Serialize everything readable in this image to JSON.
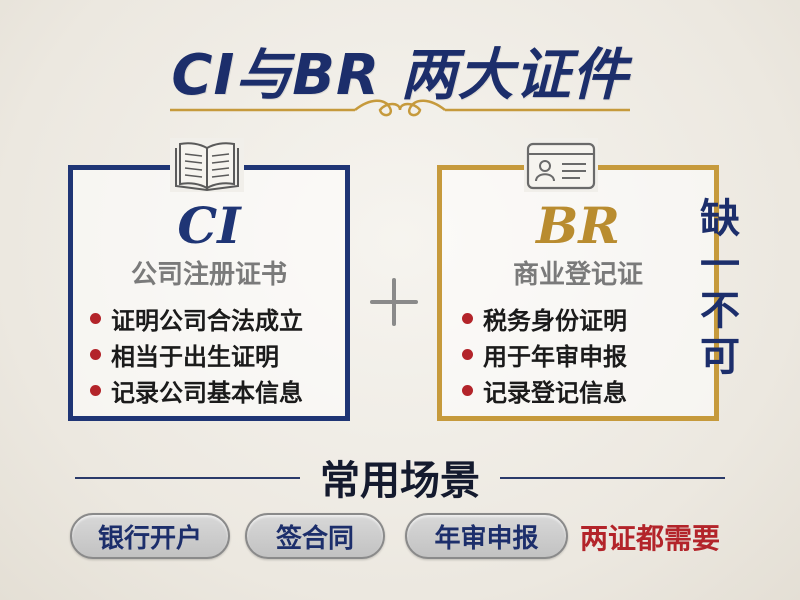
{
  "title": "CI与BR 两大证件",
  "ci": {
    "abbr": "CI",
    "name": "公司注册证书",
    "points": [
      "证明公司合法成立",
      "相当于出生证明",
      "记录公司基本信息"
    ]
  },
  "br": {
    "abbr": "BR",
    "name": "商业登记证",
    "points": [
      "税务身份证明",
      "用于年审申报",
      "记录登记信息"
    ]
  },
  "side_note": [
    "缺",
    "一",
    "不",
    "可"
  ],
  "scenes": {
    "title": "常用场景",
    "items": [
      "银行开户",
      "签合同",
      "年审申报"
    ],
    "note": "两证都需要"
  },
  "colors": {
    "navy": "#1f3575",
    "gold": "#c69a3c",
    "red": "#b3242a",
    "gray_text": "#7a7a7a"
  },
  "icons": {
    "ci": "open-book-icon",
    "br": "id-card-icon",
    "plus": "plus-icon"
  }
}
